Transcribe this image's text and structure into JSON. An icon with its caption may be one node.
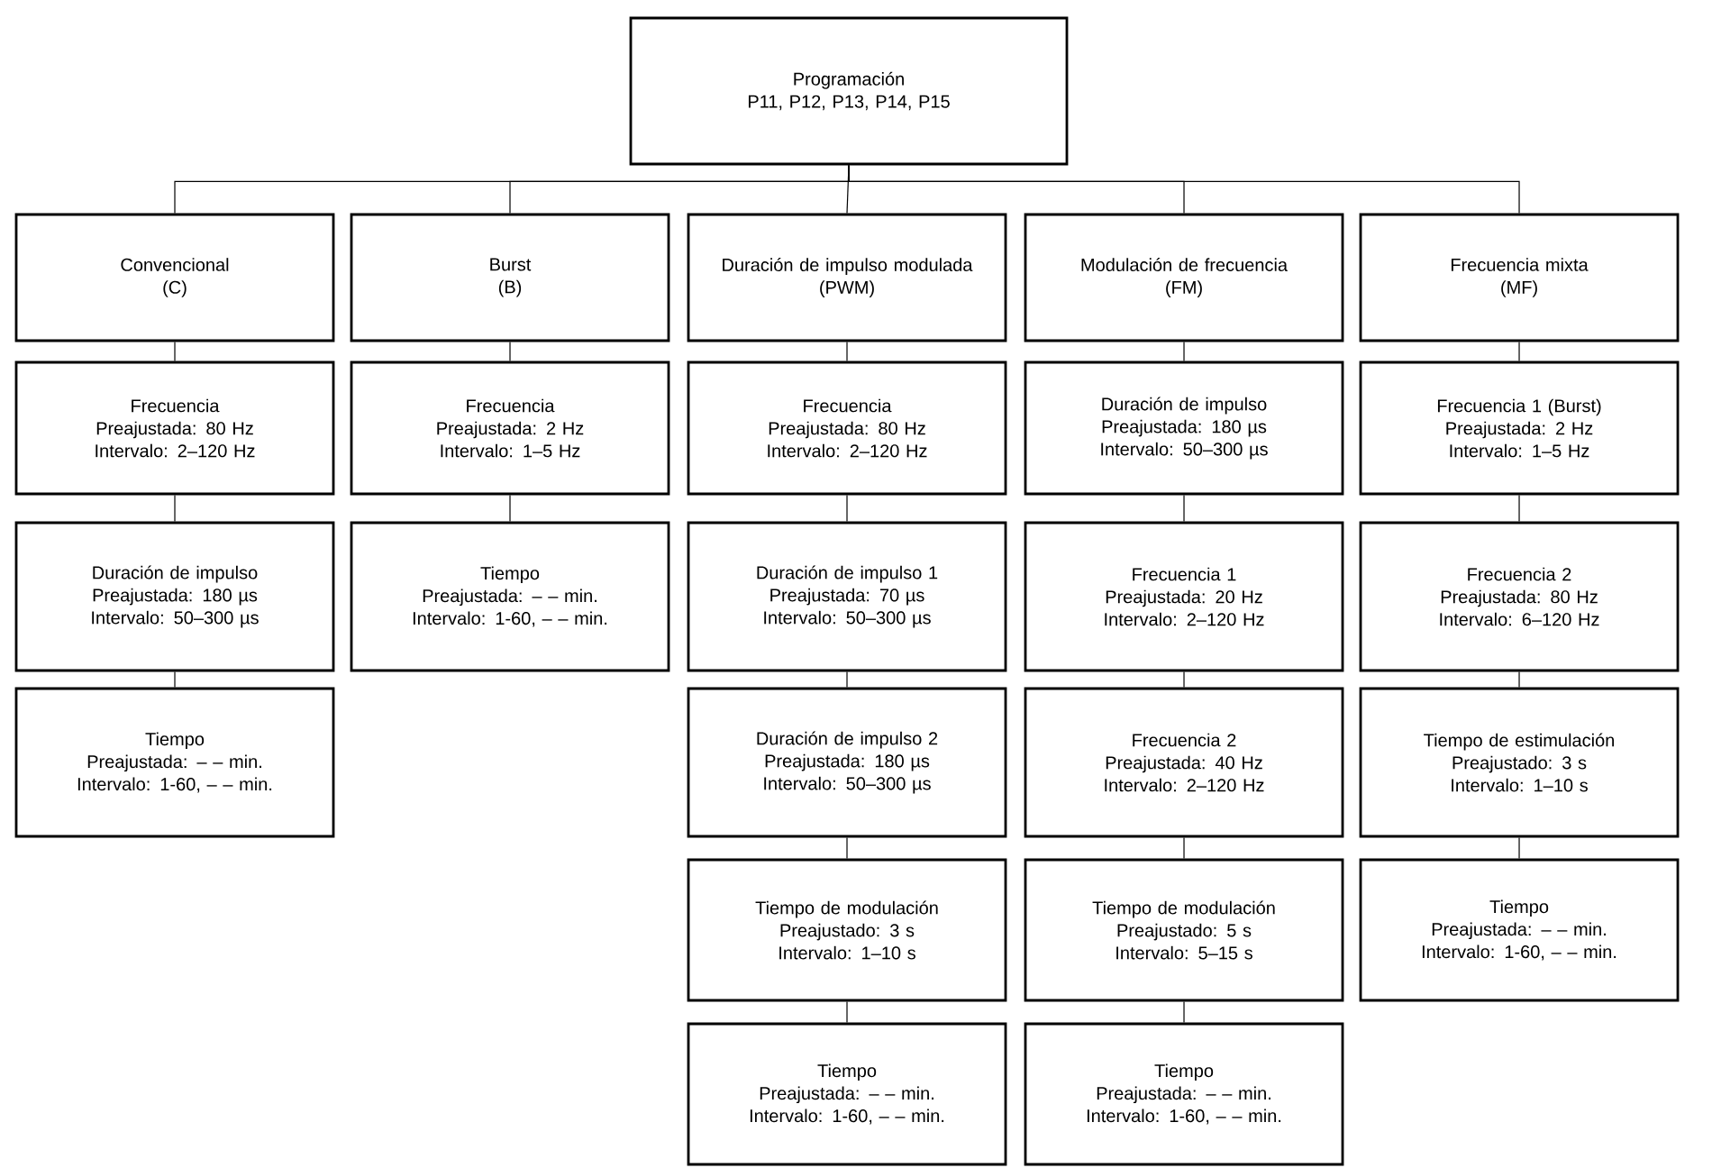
{
  "diagram": {
    "nodes": [
      {
        "text": [
          "Programación",
          "P11, P12, P13, P14, P15"
        ]
      },
      {
        "text": [
          "Convencional",
          "(C)"
        ]
      },
      {
        "text": [
          "Frecuencia",
          "Preajustada: 80 Hz",
          "Intervalo: 2–120 Hz"
        ]
      },
      {
        "text": [
          "Duración de impulso",
          "Preajustada: 180 µs",
          "Intervalo: 50–300 µs"
        ]
      },
      {
        "text": [
          "Tiempo",
          "Preajustada: – – min.",
          "Intervalo: 1-60, – – min."
        ]
      },
      {
        "text": [
          "Burst",
          "(B)"
        ]
      },
      {
        "text": [
          "Frecuencia",
          "Preajustada: 2 Hz",
          "Intervalo: 1–5 Hz"
        ]
      },
      {
        "text": [
          "Tiempo",
          "Preajustada: – – min.",
          "Intervalo: 1-60, – – min."
        ]
      },
      {
        "text": [
          "Duración de impulso modulada",
          "(PWM)"
        ]
      },
      {
        "text": [
          "Frecuencia",
          "Preajustada: 80 Hz",
          "Intervalo: 2–120 Hz"
        ]
      },
      {
        "text": [
          "Duración de impulso 1",
          "Preajustada: 70 µs",
          "Intervalo: 50–300 µs"
        ]
      },
      {
        "text": [
          "Duración de impulso 2",
          "Preajustada: 180 µs",
          "Intervalo: 50–300 µs"
        ]
      },
      {
        "text": [
          "Tiempo de modulación",
          "Preajustado: 3 s",
          "Intervalo: 1–10 s"
        ]
      },
      {
        "text": [
          "Tiempo",
          "Preajustada: – – min.",
          "Intervalo: 1-60, – – min."
        ]
      },
      {
        "text": [
          "Modulación de frecuencia",
          "(FM)"
        ]
      },
      {
        "text": [
          "Duración de impulso",
          "Preajustada: 180 µs",
          "Intervalo: 50–300 µs"
        ]
      },
      {
        "text": [
          "Frecuencia 1",
          "Preajustada: 20 Hz",
          "Intervalo: 2–120 Hz"
        ]
      },
      {
        "text": [
          "Frecuencia 2",
          "Preajustada: 40 Hz",
          "Intervalo: 2–120 Hz"
        ]
      },
      {
        "text": [
          "Tiempo de modulación",
          "Preajustado: 5 s",
          "Intervalo: 5–15 s"
        ]
      },
      {
        "text": [
          "Tiempo",
          "Preajustada: – – min.",
          "Intervalo: 1-60, – – min."
        ]
      },
      {
        "text": [
          "Frecuencia mixta",
          "(MF)"
        ]
      },
      {
        "text": [
          "Frecuencia 1 (Burst)",
          "Preajustada: 2 Hz",
          "Intervalo: 1–5 Hz"
        ]
      },
      {
        "text": [
          "Frecuencia 2",
          "Preajustada: 80 Hz",
          "Intervalo: 6–120 Hz"
        ]
      },
      {
        "text": [
          "Tiempo de estimulación",
          "Preajustado: 3 s",
          "Intervalo: 1–10 s"
        ]
      },
      {
        "text": [
          "Tiempo",
          "Preajustada: – – min.",
          "Intervalo: 1-60, – – min."
        ]
      }
    ],
    "edges": [
      {
        "from": 0,
        "to": 1,
        "arrow": "none"
      },
      {
        "from": 0,
        "to": 5,
        "arrow": "none"
      },
      {
        "from": 0,
        "to": 8,
        "arrow": "none"
      },
      {
        "from": 0,
        "to": 14,
        "arrow": "none"
      },
      {
        "from": 0,
        "to": 20,
        "arrow": "none"
      },
      {
        "from": 1,
        "to": 2,
        "arrow": "none"
      },
      {
        "from": 2,
        "to": 3,
        "arrow": "none"
      },
      {
        "from": 3,
        "to": 4,
        "arrow": "none"
      },
      {
        "from": 5,
        "to": 6,
        "arrow": "none"
      },
      {
        "from": 6,
        "to": 7,
        "arrow": "none"
      },
      {
        "from": 8,
        "to": 9,
        "arrow": "none"
      },
      {
        "from": 9,
        "to": 10,
        "arrow": "none"
      },
      {
        "from": 10,
        "to": 11,
        "arrow": "none"
      },
      {
        "from": 11,
        "to": 12,
        "arrow": "none"
      },
      {
        "from": 12,
        "to": 13,
        "arrow": "none"
      },
      {
        "from": 14,
        "to": 15,
        "arrow": "none"
      },
      {
        "from": 15,
        "to": 16,
        "arrow": "none"
      },
      {
        "from": 16,
        "to": 17,
        "arrow": "none"
      },
      {
        "from": 17,
        "to": 18,
        "arrow": "none"
      },
      {
        "from": 18,
        "to": 19,
        "arrow": "none"
      },
      {
        "from": 20,
        "to": 21,
        "arrow": "none"
      },
      {
        "from": 21,
        "to": 22,
        "arrow": "none"
      },
      {
        "from": 22,
        "to": 23,
        "arrow": "none"
      },
      {
        "from": 23,
        "to": 24,
        "arrow": "none"
      }
    ]
  }
}
